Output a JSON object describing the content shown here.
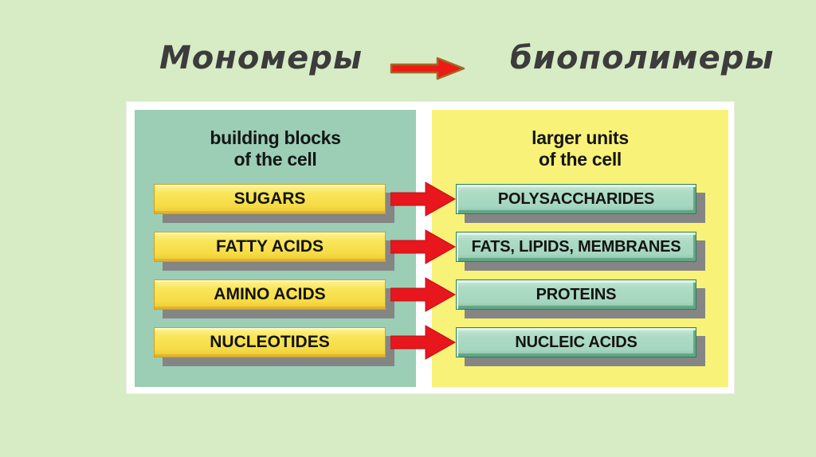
{
  "header": {
    "left_label": "Мономеры",
    "right_label": "биополимеры",
    "arrow_icon": "right-arrow-icon"
  },
  "diagram": {
    "left_panel": {
      "title_line1": "building blocks",
      "title_line2": "of the cell",
      "rows": [
        "SUGARS",
        "FATTY ACIDS",
        "AMINO ACIDS",
        "NUCLEOTIDES"
      ]
    },
    "right_panel": {
      "title_line1": "larger units",
      "title_line2": "of the cell",
      "rows": [
        "POLYSACCHARIDES",
        "FATS, LIPIDS, MEMBRANES",
        "PROTEINS",
        "NUCLEIC ACIDS"
      ]
    },
    "row_arrow_icon": "right-arrow-icon"
  },
  "colors": {
    "page_background": "#d7ebc5",
    "frame_background": "#ffffff",
    "left_panel_background": "#9bceb5",
    "right_panel_background": "#f8f279",
    "monomer_box_fill": "#f6dc45",
    "polymer_box_fill": "#a5d6bf",
    "arrow_red": "#e8161d",
    "header_arrow_outline": "#a06a22",
    "shadow_gray": "#858585",
    "title_text": "#3c3c3c",
    "box_text": "#131313"
  }
}
